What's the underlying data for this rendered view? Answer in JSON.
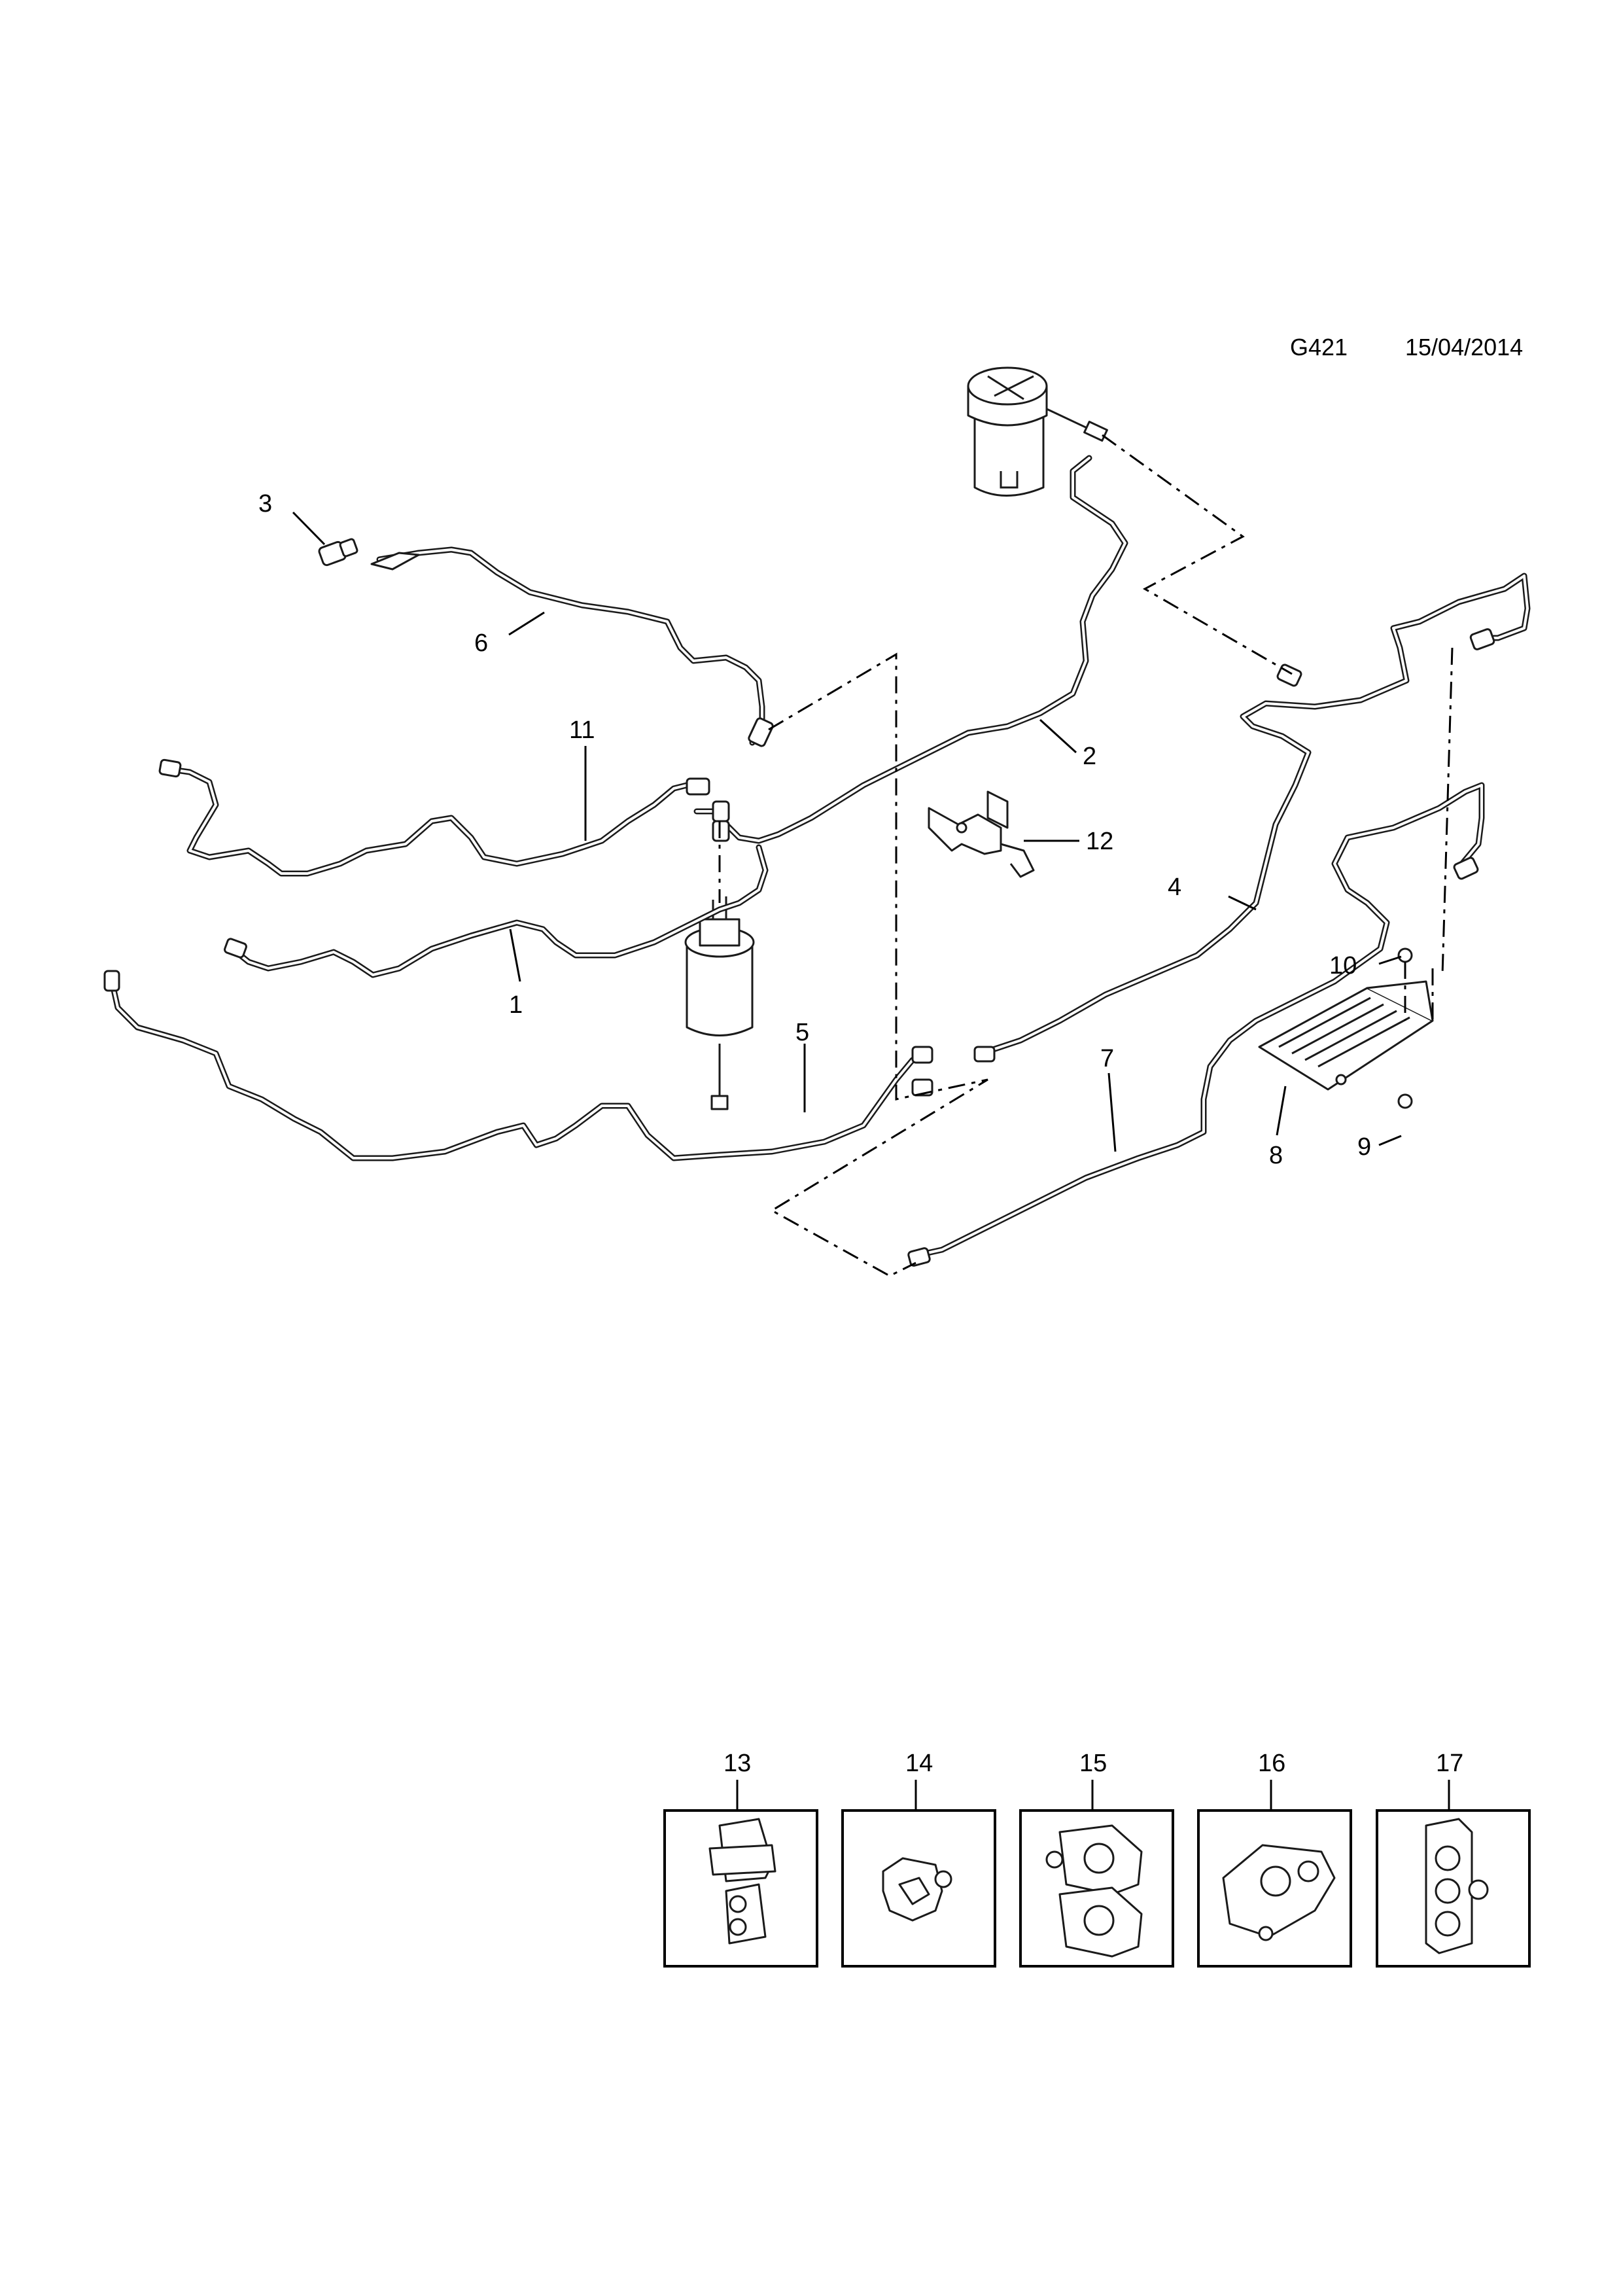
{
  "header": {
    "diagram_code": "G421",
    "date": "15/04/2014"
  },
  "callouts": {
    "c1": "1",
    "c2": "2",
    "c3": "3",
    "c4": "4",
    "c5": "5",
    "c6": "6",
    "c7": "7",
    "c8": "8",
    "c9": "9",
    "c10": "10",
    "c11": "11",
    "c12": "12",
    "c13": "13",
    "c14": "14",
    "c15": "15",
    "c16": "16",
    "c17": "17"
  }
}
